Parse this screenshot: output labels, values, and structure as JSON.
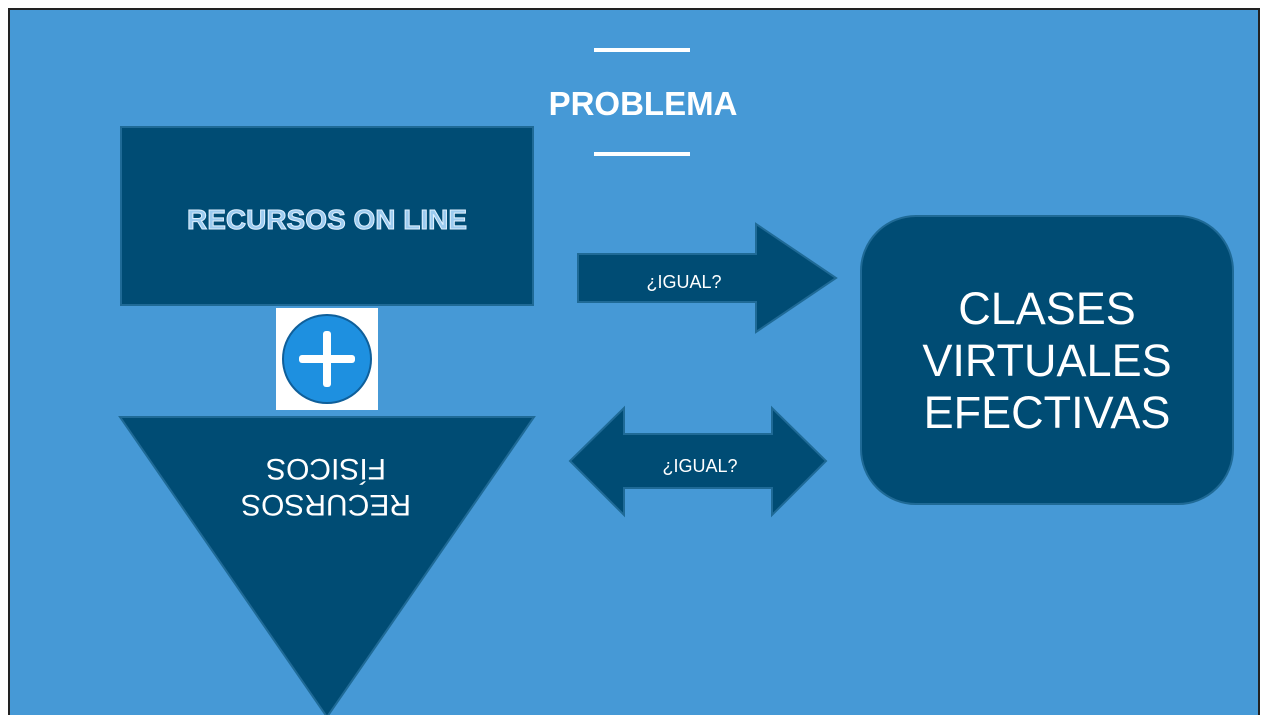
{
  "slide": {
    "title": "PROBLEMA",
    "online_resources_label": "RECURSOS ON LINE",
    "physical_resources_line1": "RECURSOS",
    "physical_resources_line2": "FÍSICOS",
    "arrow_top_label": "¿IGUAL?",
    "arrow_bottom_label": "¿IGUAL?",
    "target_line1": "CLASES",
    "target_line2": "VIRTUALES",
    "target_line3": "EFECTIVAS"
  },
  "colors": {
    "background": "#4699D6",
    "shape_fill": "#004C74",
    "online_label": "#9CCBEF",
    "plus_circle": "#1E90E0",
    "text": "#ffffff"
  },
  "icons": {
    "plus": "plus-circle-icon"
  }
}
